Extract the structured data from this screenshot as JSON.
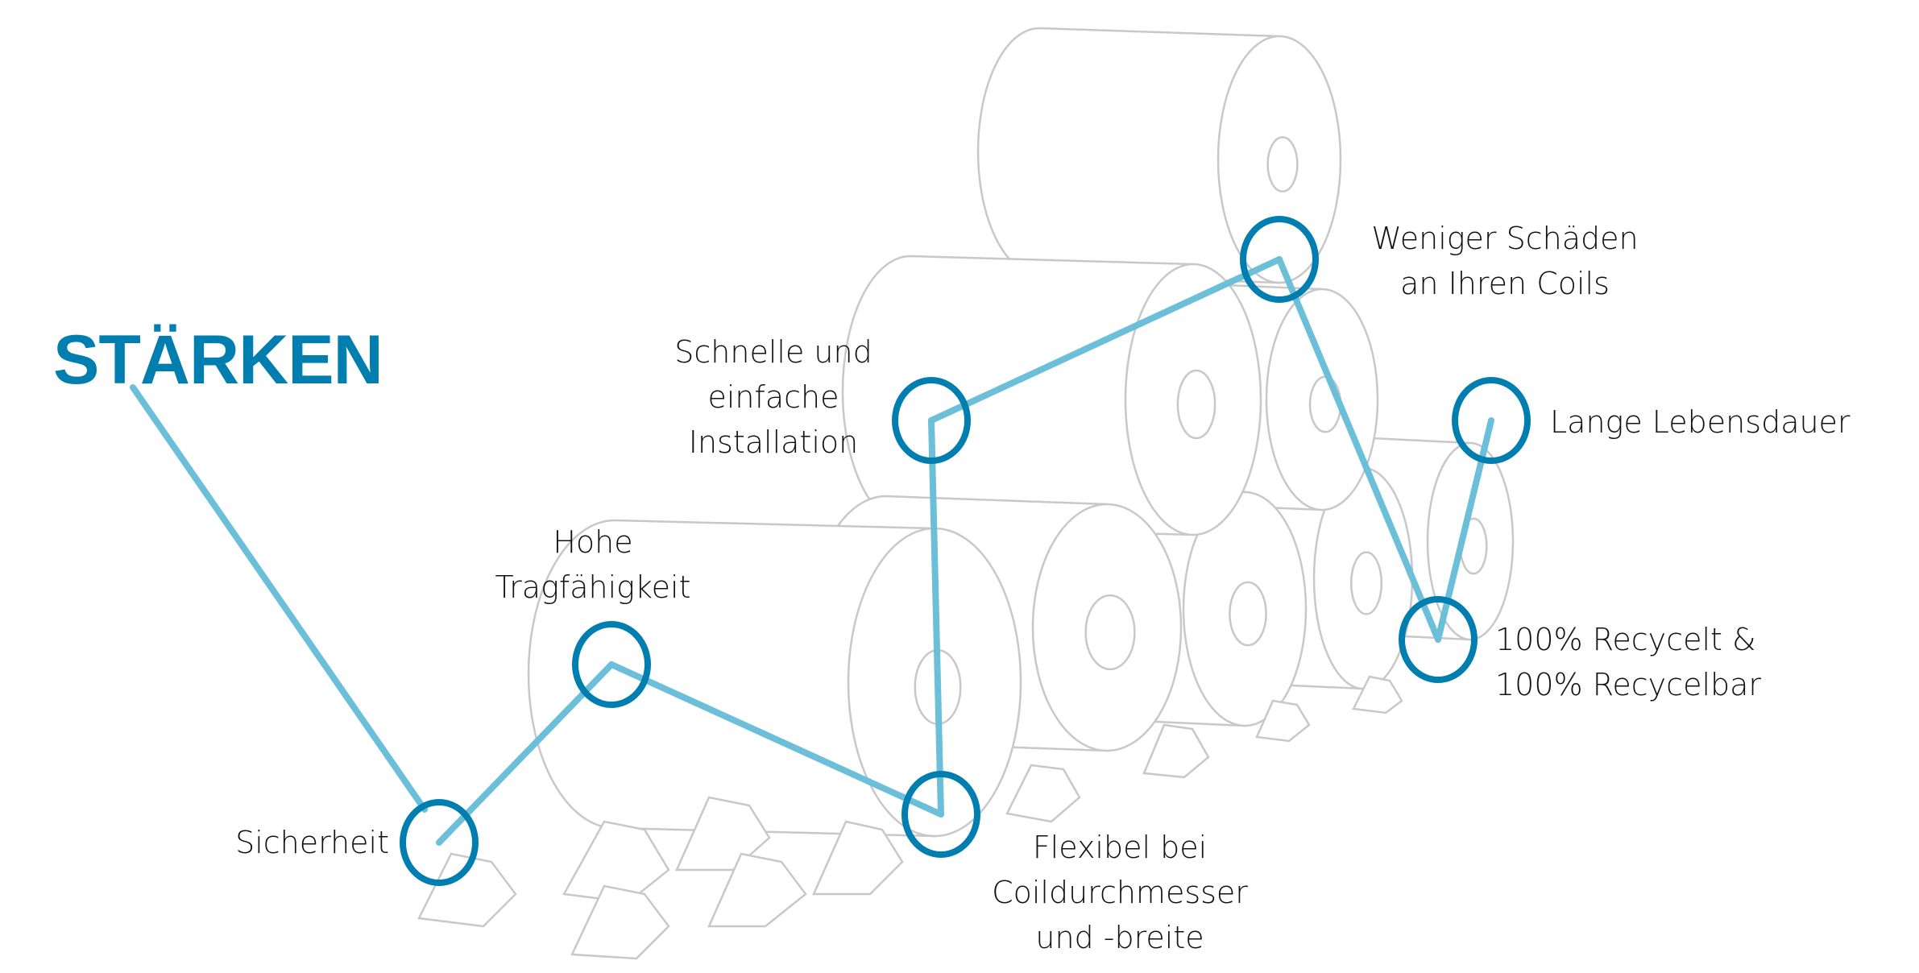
{
  "title": "STÄRKEN",
  "colors": {
    "accent": "#007eb0",
    "connector": "#6bbfd9",
    "illustration": "#c8c8c8"
  },
  "labels": {
    "sicherheit": [
      "Sicherheit"
    ],
    "tragfaehigkeit": [
      "Hohe",
      "Tragfähigkeit"
    ],
    "installation": [
      "Schnelle und",
      "einfache",
      "Installation"
    ],
    "schaeden": [
      "Weniger Schäden",
      "an Ihren Coils"
    ],
    "lebensdauer": [
      "Lange Lebensdauer"
    ],
    "recycelt": [
      "100% Recycelt &",
      "100% Recycelbar"
    ],
    "flexibel": [
      "Flexibel bei",
      "Coildurchmesser",
      "und -breite"
    ]
  }
}
